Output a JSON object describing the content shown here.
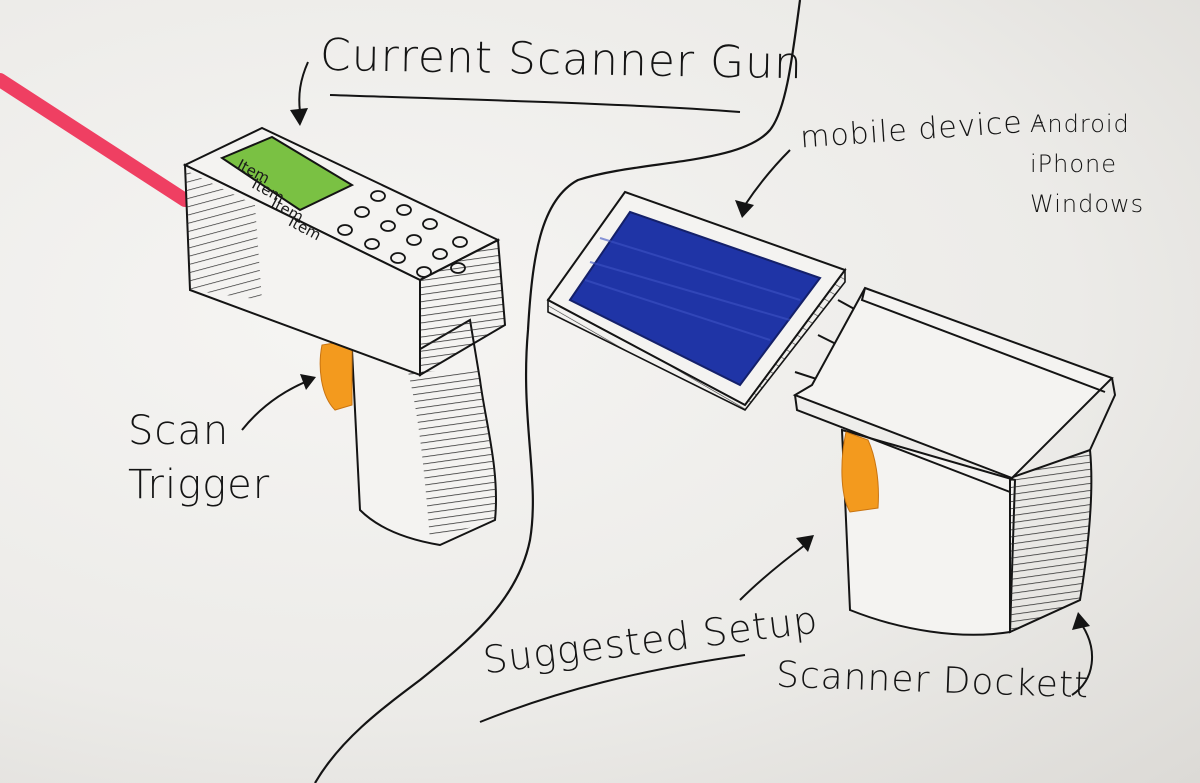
{
  "labels": {
    "current_scanner": "Current Scanner Gun",
    "mobile_device": "mobile device",
    "platforms_separator": "-",
    "platforms": [
      "Android",
      "iPhone",
      "Windows"
    ],
    "scan_trigger_line1": "Scan",
    "scan_trigger_line2": "Trigger",
    "suggested_setup": "Suggested Setup",
    "scanner_dockett": "Scanner Dockett"
  },
  "screen_items": [
    "Item",
    "Item",
    "Item",
    "Item"
  ],
  "colors": {
    "ink": "#141414",
    "paper": "#efedea",
    "screen_green": "#7ac143",
    "mobile_screen_blue": "#1f34a6",
    "trigger_orange": "#f39a1e",
    "laser_red": "#ef3f62"
  }
}
